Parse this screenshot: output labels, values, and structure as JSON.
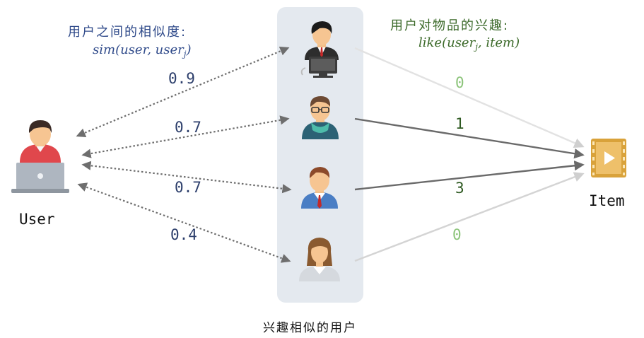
{
  "titles": {
    "similarity": "用户之间的相似度:",
    "interest": "用户对物品的兴趣:",
    "group": "兴趣相似的用户"
  },
  "formulas": {
    "sim": {
      "prefix": "sim(user, user",
      "sub": "j",
      "suffix": ")"
    },
    "like": {
      "prefix": "like(user",
      "sub": "j",
      "suffix": ", item)"
    }
  },
  "nodes": {
    "user_label": "User",
    "item_label": "Item"
  },
  "similarities": [
    "0.9",
    "0.7",
    "0.7",
    "0.4"
  ],
  "likes": [
    "0",
    "1",
    "3",
    "0"
  ],
  "colors": {
    "similarity_title": "#2f4a8a",
    "interest_title": "#3c6a2a",
    "sim_value": "#2c3e6b",
    "like_zero": "#8cc47a",
    "like_nonzero": "#2f5a22",
    "panel": "#e4e9ef"
  }
}
